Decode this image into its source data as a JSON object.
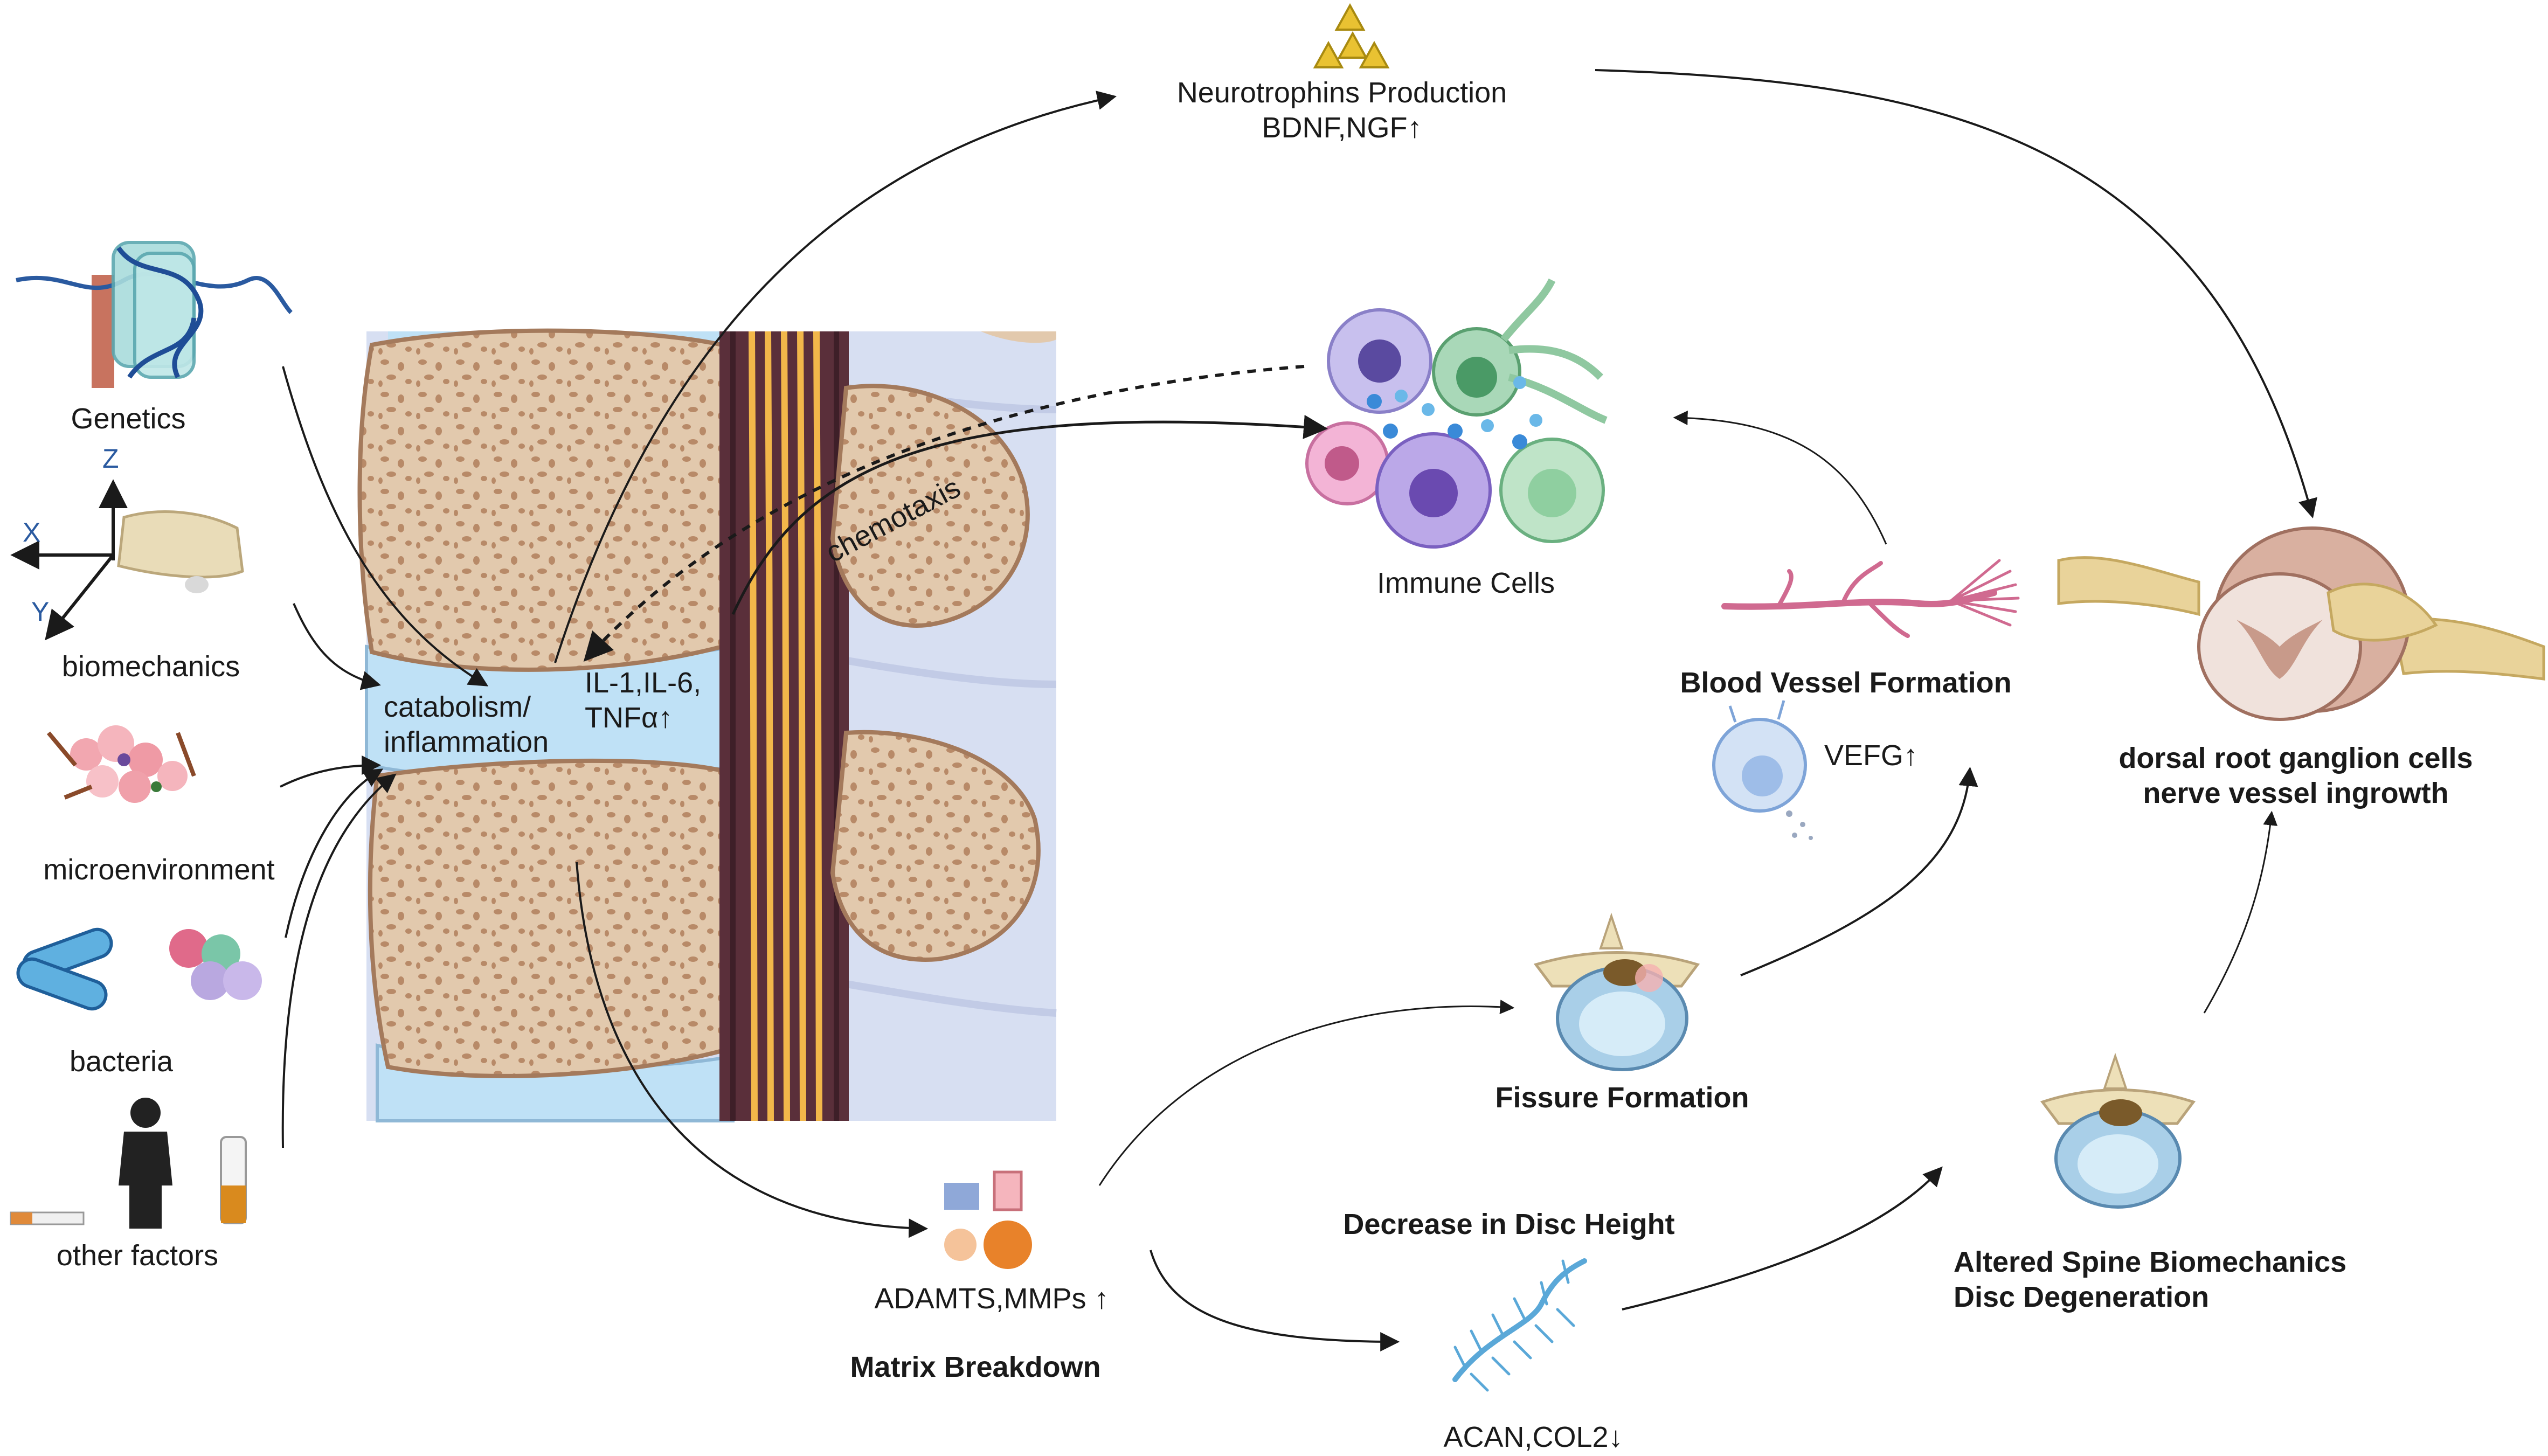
{
  "labels": {
    "genetics": "Genetics",
    "biomechanics": "biomechanics",
    "microenvironment": "microenvironment",
    "bacteria": "bacteria",
    "other_factors": "other factors",
    "axis_z": "Z",
    "axis_x": "X",
    "axis_y": "Y",
    "catabolism_line1": "catabolism/",
    "catabolism_line2": "inflammation",
    "cytokines_line1": "IL-1,IL-6,",
    "cytokines_line2": "TNFα↑",
    "chemotaxis": "chemotaxis",
    "neurotrophins_line1": "Neurotrophins Production",
    "neurotrophins_line2": "BDNF,NGF↑",
    "immune_cells": "Immune Cells",
    "blood_vessel": "Blood Vessel Formation",
    "vegf": "VEFG↑",
    "drg_line1": "dorsal root ganglion cells",
    "drg_line2": "nerve vessel ingrowth",
    "fissure": "Fissure Formation",
    "disc_height": "Decrease in Disc Height",
    "adamts": "ADAMTS,MMPs ↑",
    "matrix": "Matrix Breakdown",
    "acan": "ACAN,COL2↓",
    "altered_line1": "Altered Spine Biomechanics",
    "altered_line2": "Disc Degeneration"
  },
  "icons": {
    "genetics": "dna-histone-icon",
    "biomechanics": "vertebra-axes-icon",
    "microenvironment": "cell-cluster-icon",
    "bacteria": "bacteria-icon",
    "other_factors": "lifestyle-icon",
    "neurotrophins": "triangle-molecules-icon",
    "immune": "immune-cells-icon",
    "vessel": "blood-vessel-icon",
    "vegf_cell": "secreting-cell-icon",
    "drg": "spinal-cord-icon",
    "fissure": "disc-fissure-icon",
    "matrix": "shapes-icon",
    "acan": "proteoglycan-icon",
    "degeneration": "degenerated-disc-icon"
  },
  "colors": {
    "bone": "#e5d0b5",
    "bone_dark": "#b98c6d",
    "disc": "#bfe1f6",
    "nerve": "#f2b74a",
    "canal": "#5a2f3a",
    "arrow": "#1a1a1a"
  }
}
